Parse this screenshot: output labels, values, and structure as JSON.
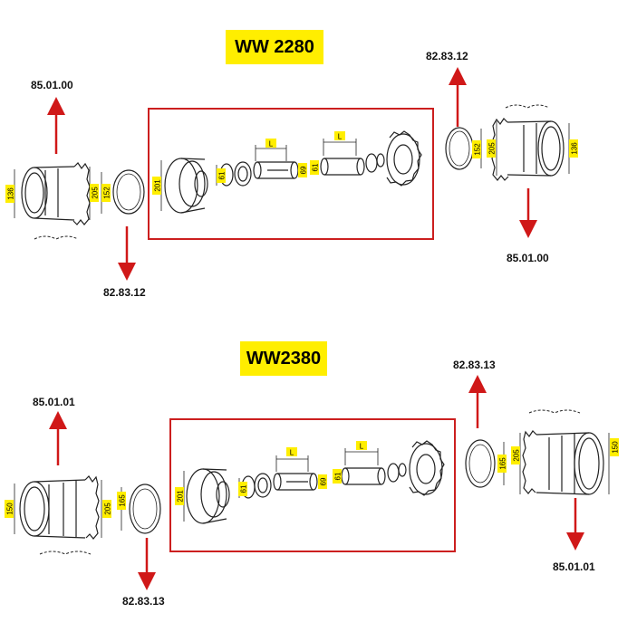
{
  "diagrams": [
    {
      "title": "WW 2280",
      "codes": {
        "left_hub": "85.01.00",
        "left_ring": "82.83.12",
        "right_ring": "82.83.12",
        "right_hub": "85.01.00"
      },
      "dims": {
        "hub_left_a": "136",
        "hub_left_b": "205",
        "ring_left": "152",
        "flange": "201",
        "ring_small": "61",
        "shaft_length": "L",
        "shaft_end": "69",
        "shaft2_start": "61",
        "shaft2_length": "L",
        "ring_right": "152",
        "hub_right_b": "205",
        "hub_right_a": "136"
      }
    },
    {
      "title": "WW2380",
      "codes": {
        "left_hub": "85.01.01",
        "left_ring": "82.83.13",
        "right_ring": "82.83.13",
        "right_hub": "85.01.01"
      },
      "dims": {
        "hub_left_a": "150",
        "hub_left_b": "205",
        "ring_left": "165",
        "flange": "201",
        "ring_small": "61",
        "shaft_length": "L",
        "shaft_end": "69",
        "shaft2_start": "61",
        "shaft2_length": "L",
        "ring_right": "165",
        "hub_right_b": "205",
        "hub_right_a": "150"
      }
    }
  ],
  "colors": {
    "arrow": "#d01818",
    "frame": "#cc1f1f",
    "badge": "#ffee00",
    "line": "#222222"
  }
}
